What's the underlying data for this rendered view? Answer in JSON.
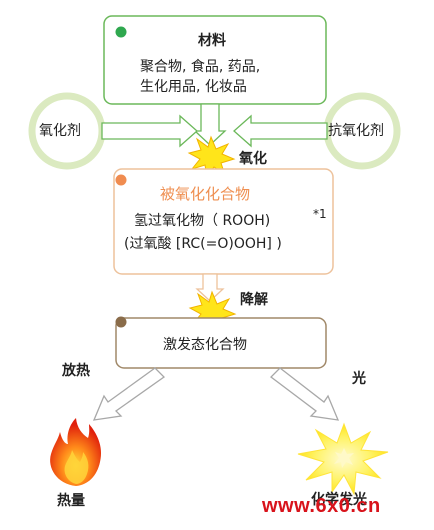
{
  "materials": {
    "title": "材料",
    "lines": [
      "聚合物, 食品, 药品,",
      "生化用品, 化妆品"
    ]
  },
  "oxidant": {
    "label": "氧化剂"
  },
  "antioxidant": {
    "label": "抗氧化剂"
  },
  "oxidation_label": "氧化",
  "oxidized": {
    "title": "被氧化化合物",
    "line1": "氢过氧化物（ ROOH)",
    "line2": "(过氧酸 [RC(=O)OOH] )",
    "note": "*1"
  },
  "decomposition_label": "降解",
  "excited": {
    "label": "激发态化合物"
  },
  "heat_path_label": "放热",
  "light_path_label": "光",
  "heat_result": "热量",
  "light_result": "化学发光",
  "watermark": "www.6x0.cn",
  "colors": {
    "green": "#5db246",
    "green_fill": "#eaf4da",
    "orange": "#e8955b",
    "orange_title": "#ef8f51",
    "brown": "#8a6c4a",
    "star_yellow": "#ffe51a",
    "watermark_red": "#d8131b"
  }
}
